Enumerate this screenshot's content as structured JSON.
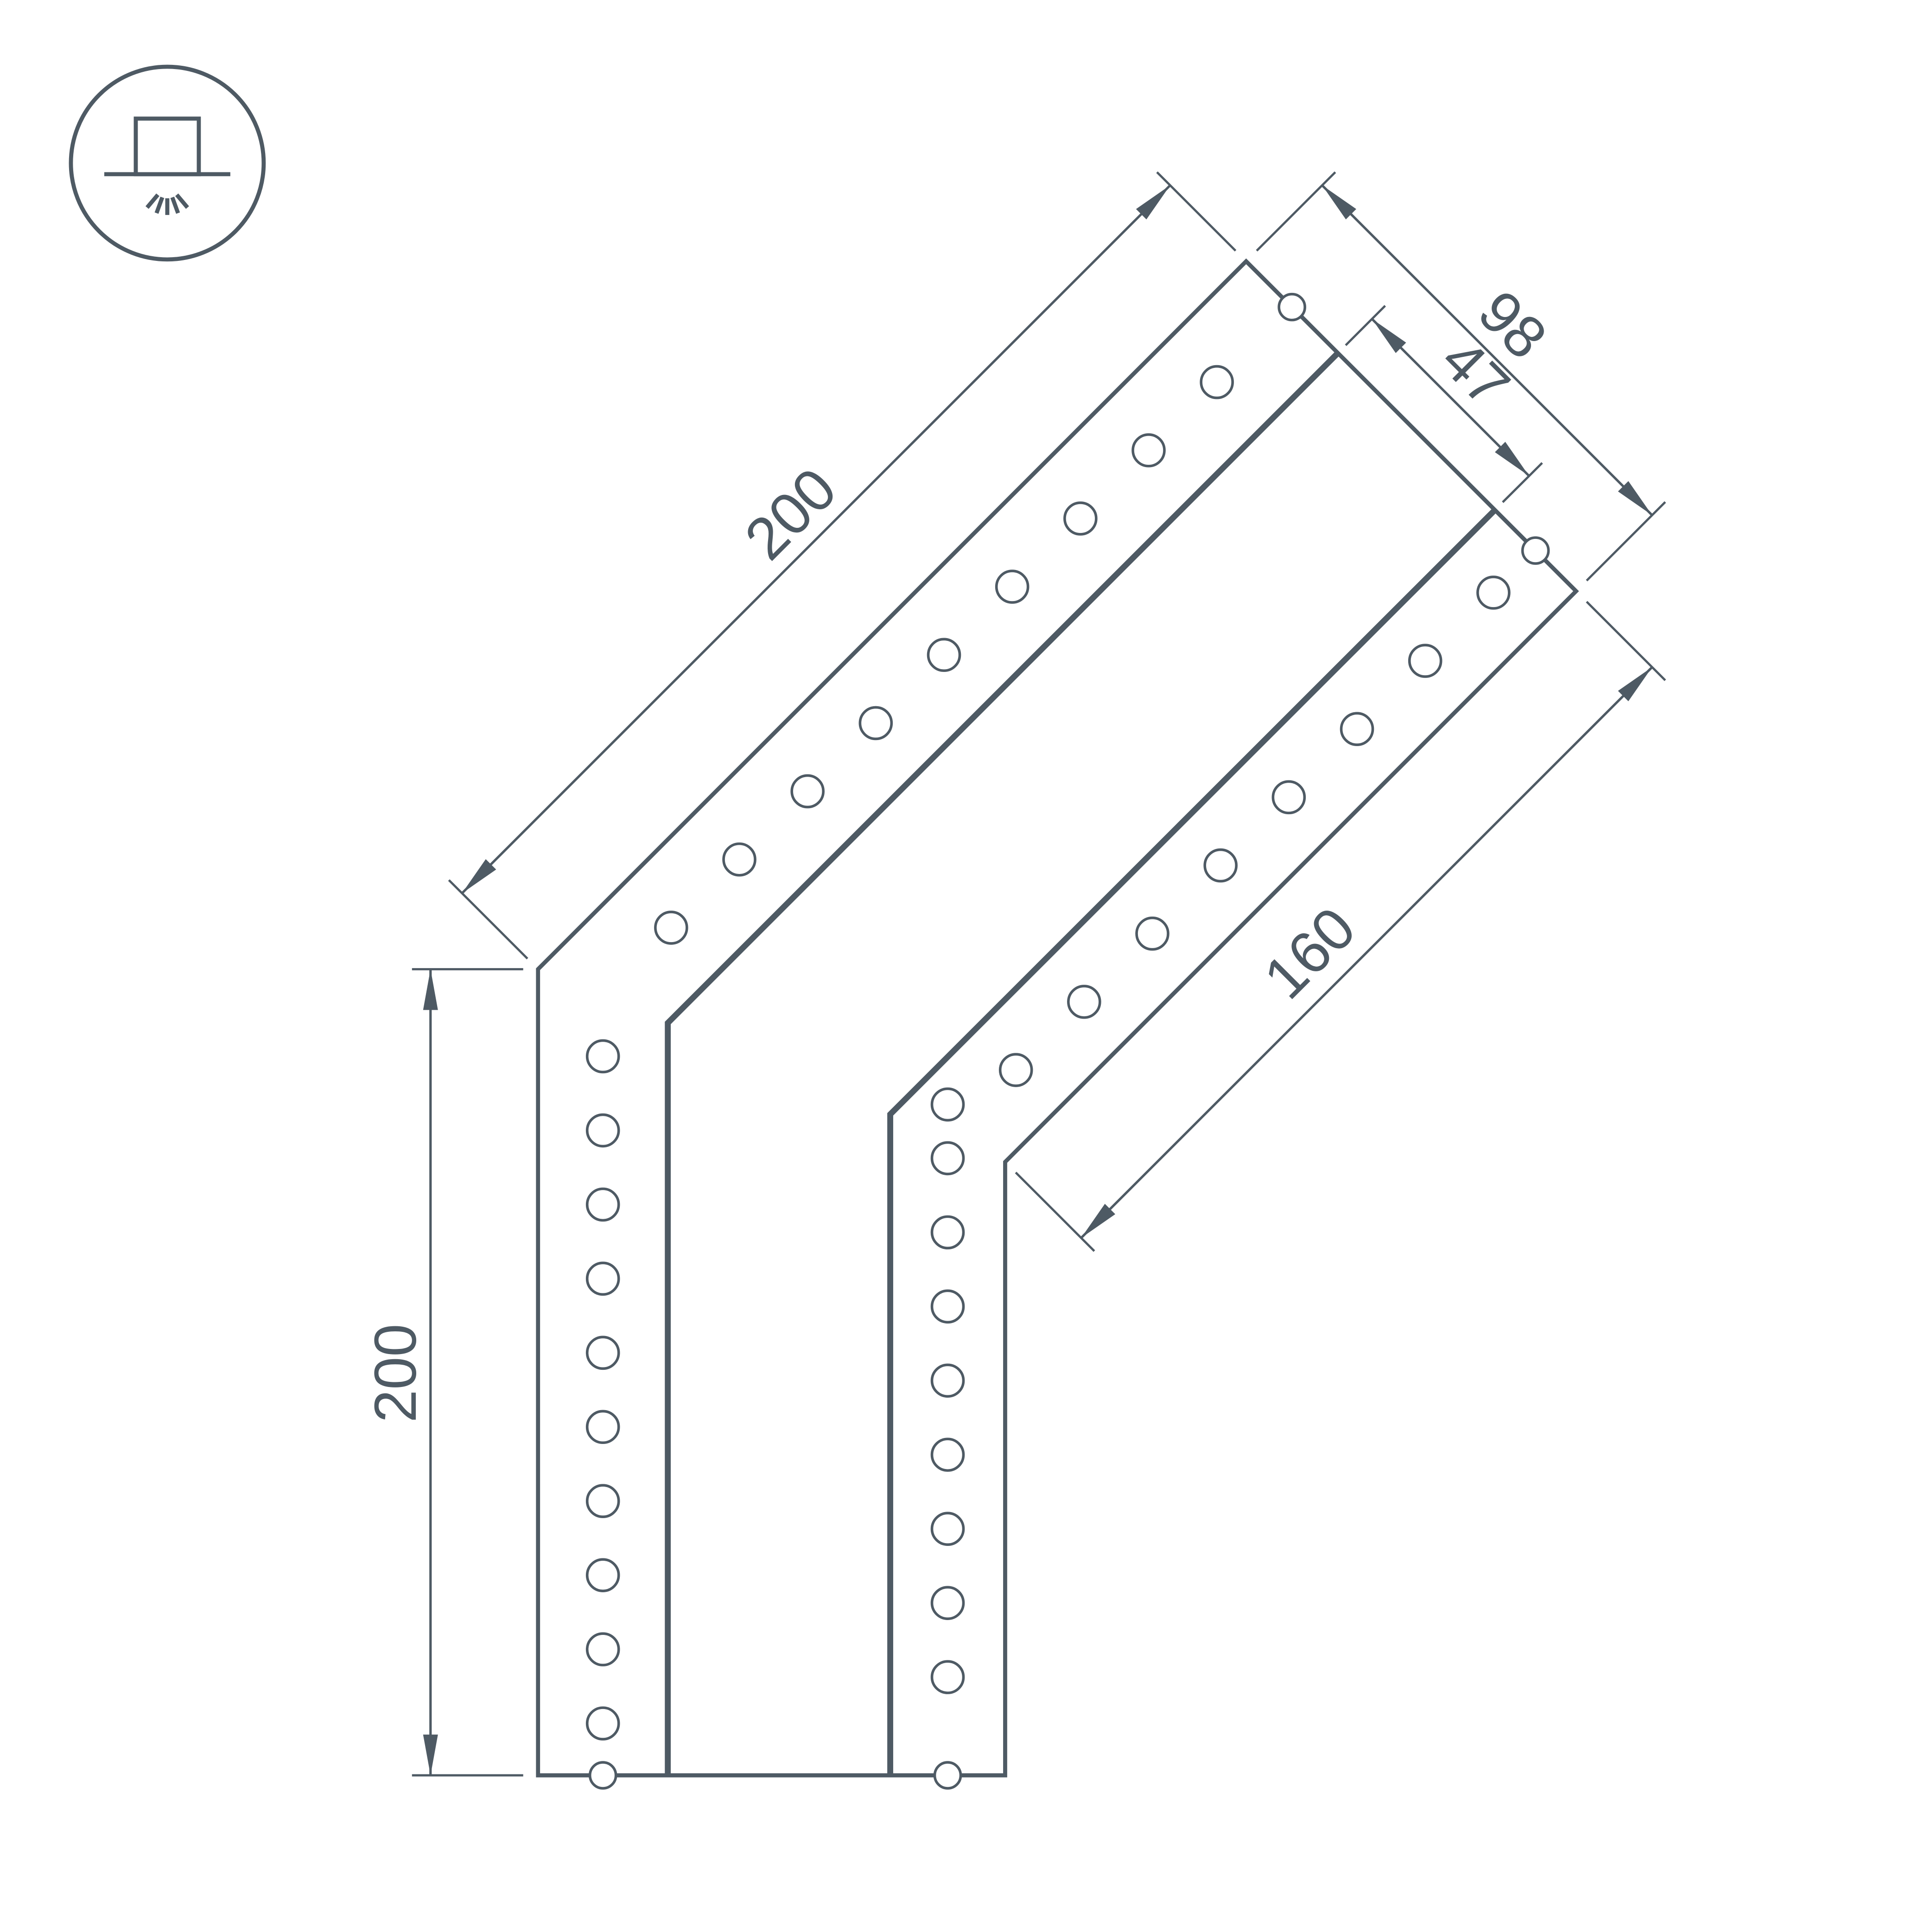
{
  "page": {
    "background_color": "#ffffff",
    "line_color": "#4e5a64"
  },
  "legend_icon": {
    "name": "surface-mounted-luminaire-icon"
  },
  "dimension_labels": {
    "diagonal_leg_length": "200",
    "vertical_leg_length": "200",
    "inner_diagonal_length": "160",
    "end_face_width": "98",
    "channel_width": "47"
  }
}
